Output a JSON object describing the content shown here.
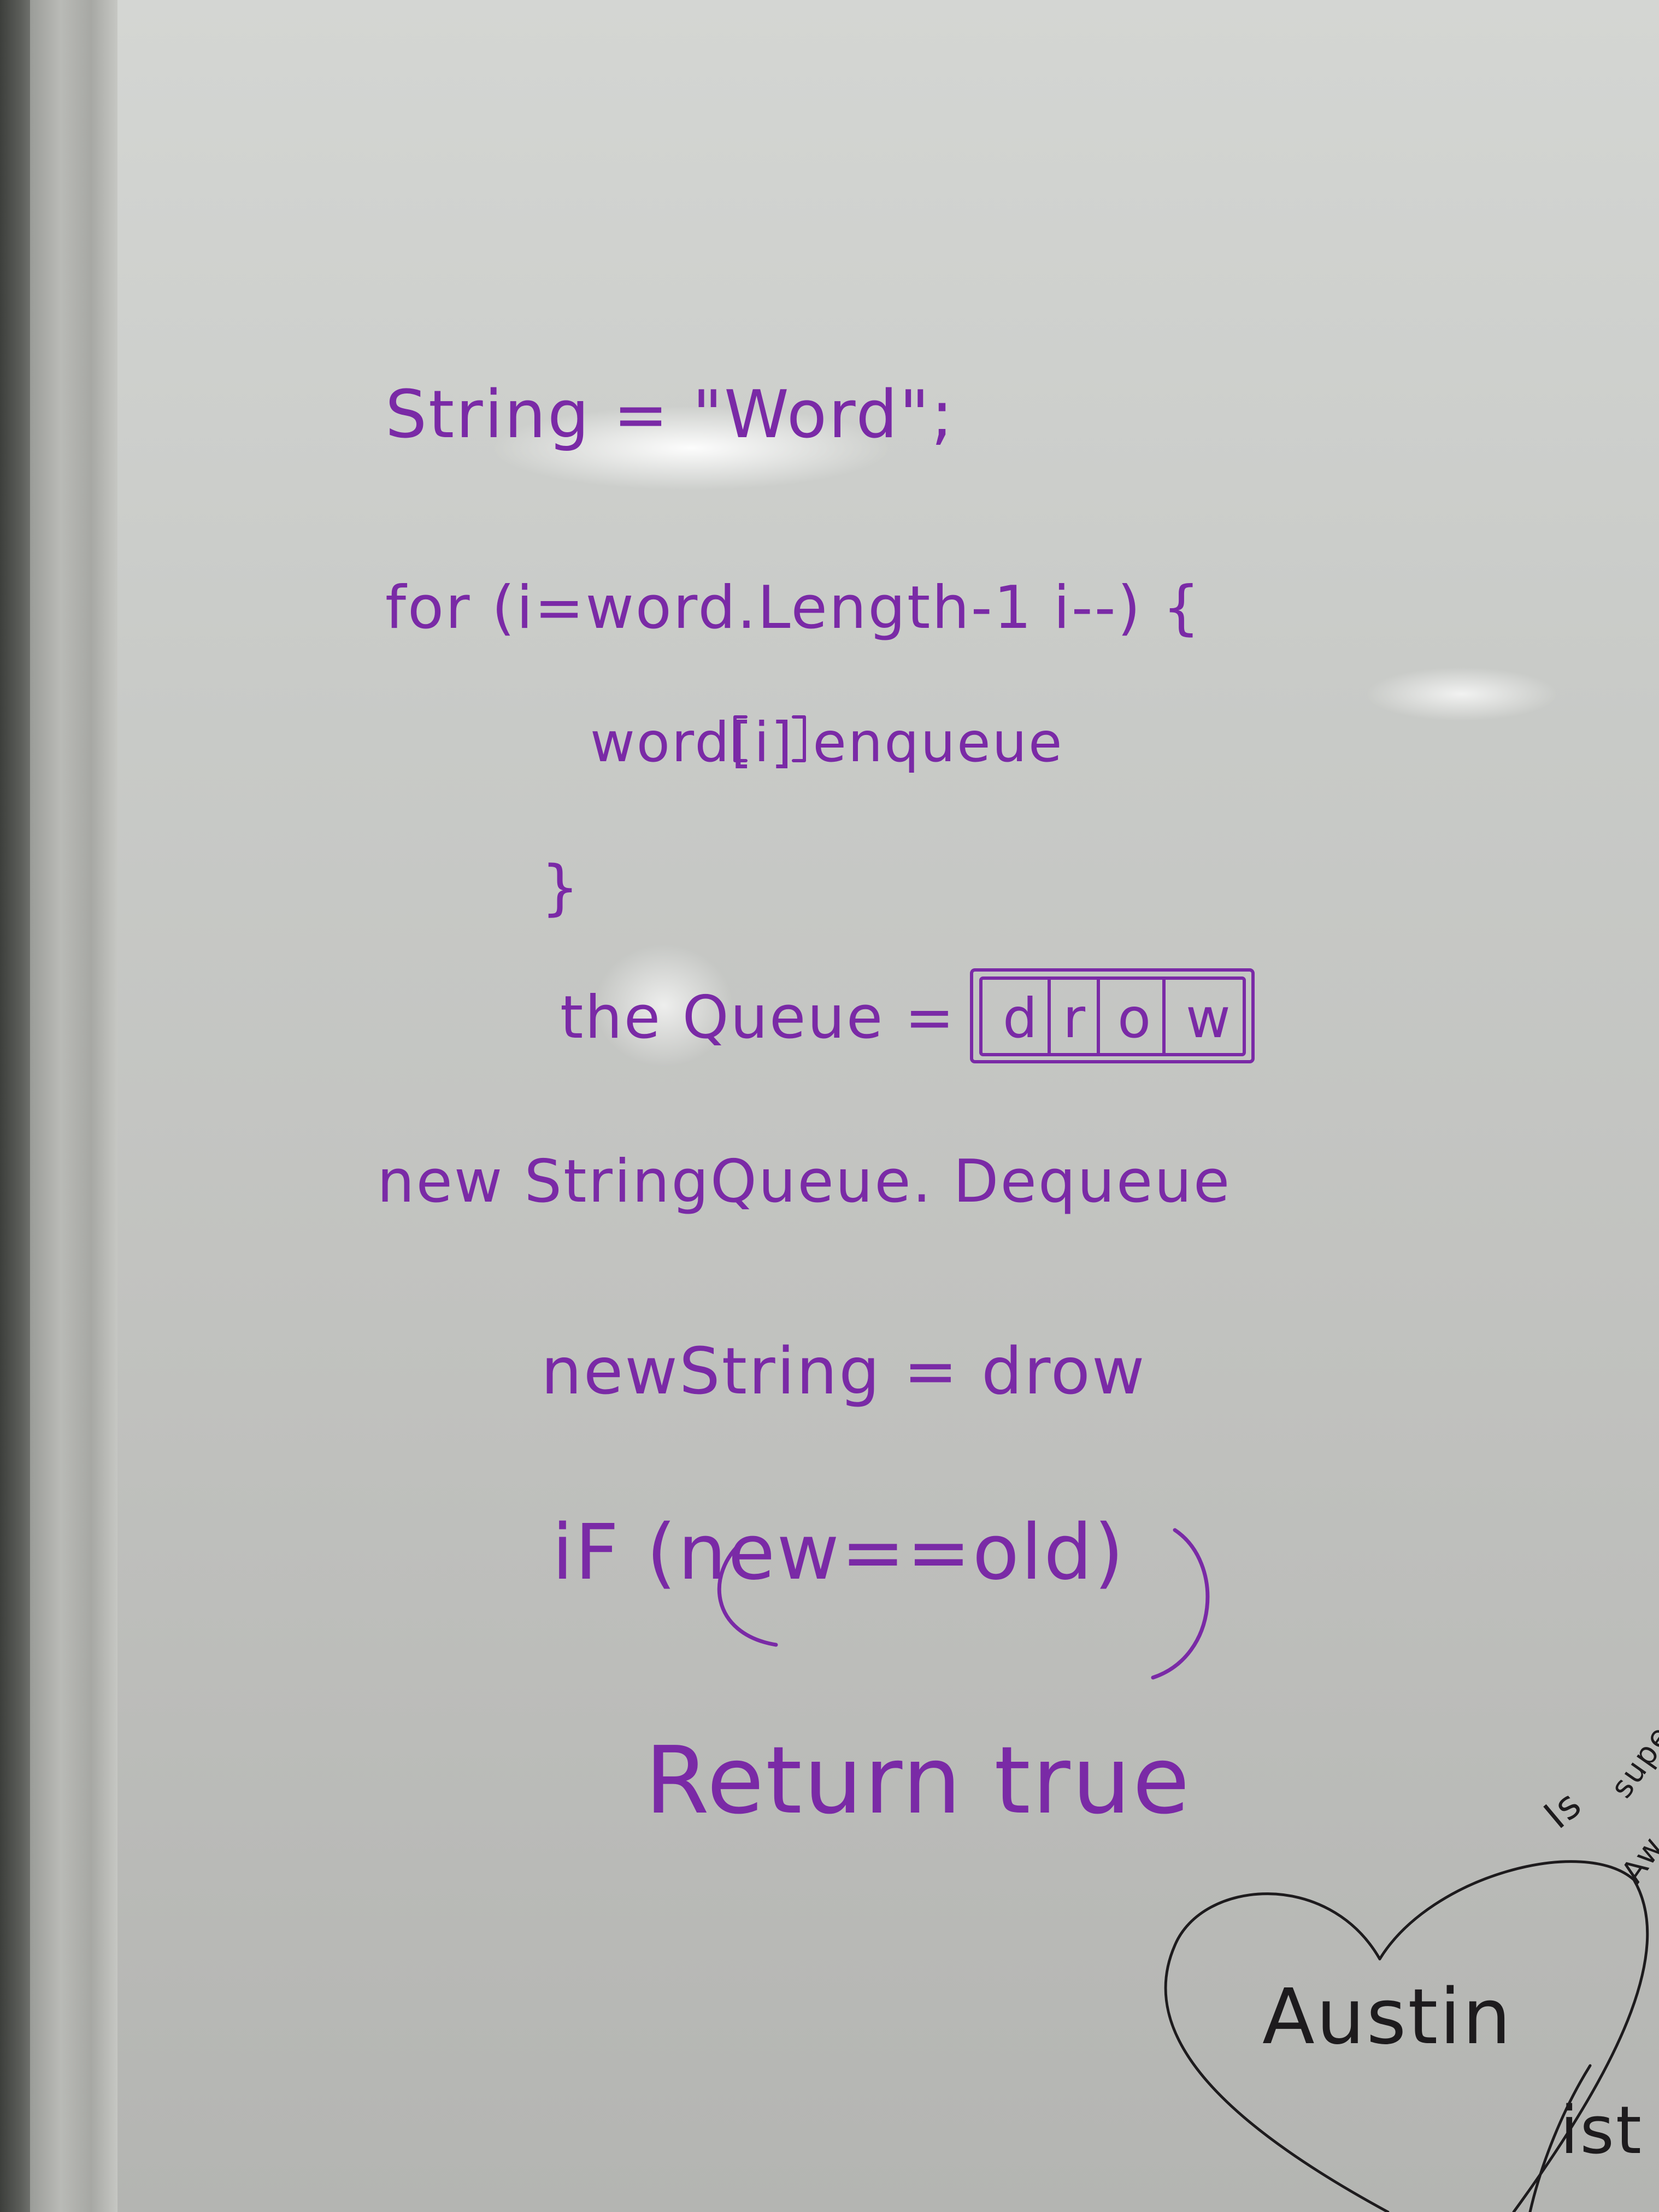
{
  "whiteboard": {
    "lines": [
      "String = \"Word\";",
      "for (i=word.Length-1 i--) {",
      "word[i] enqueue",
      "}",
      "the Queue =",
      "new StringQueue. Dequeue",
      "newString = drow",
      "iF (new==old)",
      "Return true"
    ],
    "queue_cells": [
      "d",
      "r",
      "o",
      "w"
    ],
    "heart_name": "Austin",
    "side_note": [
      "Is",
      "super",
      "Aw"
    ],
    "bottom_note": "ist"
  },
  "colors": {
    "marker_purple": "#7a2aa6",
    "marker_black": "#1d1b1d",
    "board": "#cfd1ce",
    "frame": "#4a4c49"
  }
}
